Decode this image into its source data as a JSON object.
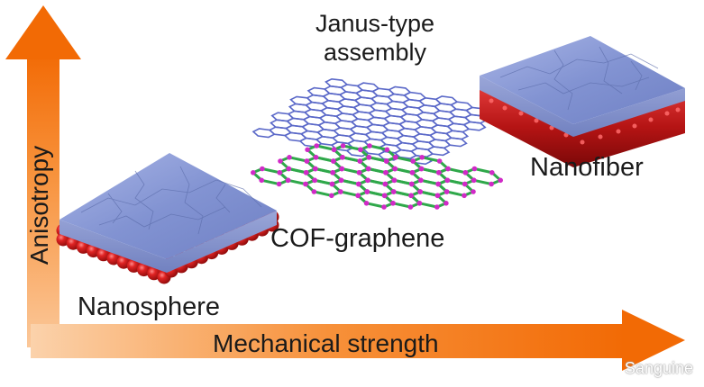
{
  "labels": {
    "janus_line1": "Janus-type",
    "janus_line2": "assembly",
    "nanofiber": "Nanofiber",
    "cof_graphene": "COF-graphene",
    "nanosphere": "Nanosphere",
    "x_axis": "Mechanical strength",
    "y_axis": "Anisotropy",
    "watermark": "Sanguine"
  },
  "colors": {
    "axis_orange": "#f57a10",
    "graphene_blue": "#5a68c8",
    "cof_green": "#2fa84a",
    "cof_magenta": "#d12ac7",
    "sheet_blue": "#8393cf",
    "sphere_red": "#cc1818",
    "fiber_red": "#b01515"
  }
}
